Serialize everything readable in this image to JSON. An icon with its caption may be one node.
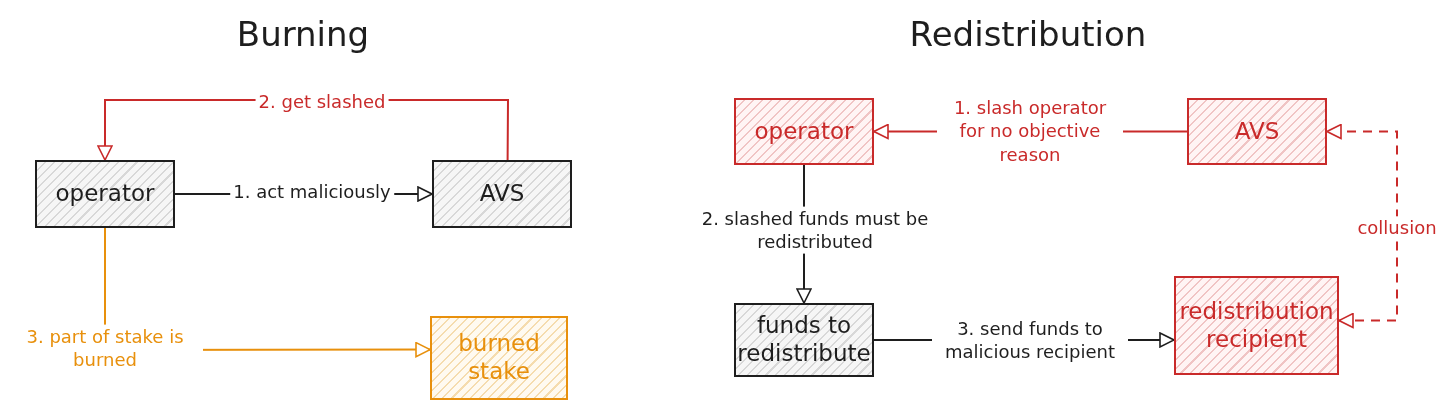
{
  "diagram": {
    "nodes": [
      {
        "text": [
          "operator"
        ]
      },
      {
        "text": [
          "AVS"
        ]
      },
      {
        "text": [
          "burned stake"
        ]
      },
      {
        "text": [
          "operator"
        ]
      },
      {
        "text": [
          "AVS"
        ]
      },
      {
        "text": [
          "funds to redistribute"
        ]
      },
      {
        "text": [
          "redistribution recipient"
        ]
      }
    ],
    "edges": [
      {
        "from": 0,
        "to": 1,
        "arrow": "to",
        "label": "1. act maliciously"
      },
      {
        "from": 1,
        "to": 0,
        "arrow": "to",
        "label": "2. get slashed",
        "color": "#c92a2a"
      },
      {
        "from": 0,
        "to": 2,
        "arrow": "to",
        "label": "3. part of stake is burned",
        "color": "#e8900c"
      },
      {
        "from": 4,
        "to": 3,
        "arrow": "to",
        "label": "1. slash operator for no objective reason",
        "color": "#c92a2a"
      },
      {
        "from": 3,
        "to": 5,
        "arrow": "to",
        "label": "2. slashed funds must be redistributed"
      },
      {
        "from": 5,
        "to": 6,
        "arrow": "to",
        "label": "3. send funds to malicious recipient"
      },
      {
        "from": 6,
        "to": 4,
        "arrow": "both",
        "label": "collusion",
        "style": "dashed",
        "color": "#c92a2a"
      }
    ],
    "labels": [
      "Burning",
      "Redistribution"
    ]
  }
}
